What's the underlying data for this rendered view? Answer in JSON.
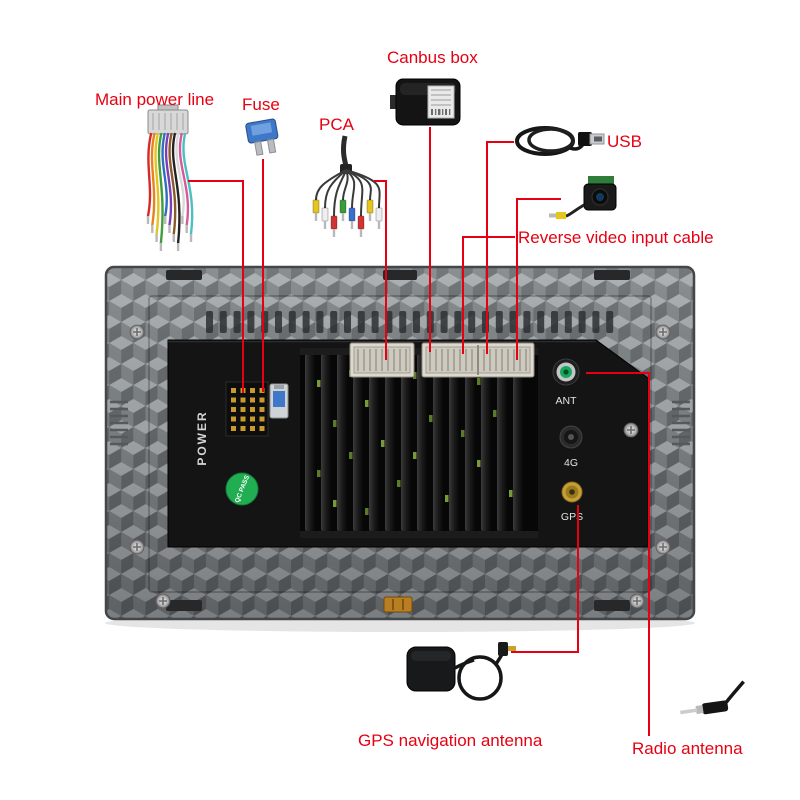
{
  "colors": {
    "accent_red": "#e60012"
  },
  "labels": {
    "main_power_line": "Main power line",
    "fuse": "Fuse",
    "pca": "PCA",
    "canbus_box": "Canbus box",
    "usb": "USB",
    "reverse_video_input_cable": "Reverse video input cable",
    "gps_navigation_antenna": "GPS navigation antenna",
    "radio_antenna": "Radio antenna"
  },
  "device": {
    "power_port_label": "POWER",
    "ant_port_label": "ANT",
    "cellular_port_label": "4G",
    "gps_port_label": "GPS",
    "qc_sticker_label": "QC PASS"
  }
}
